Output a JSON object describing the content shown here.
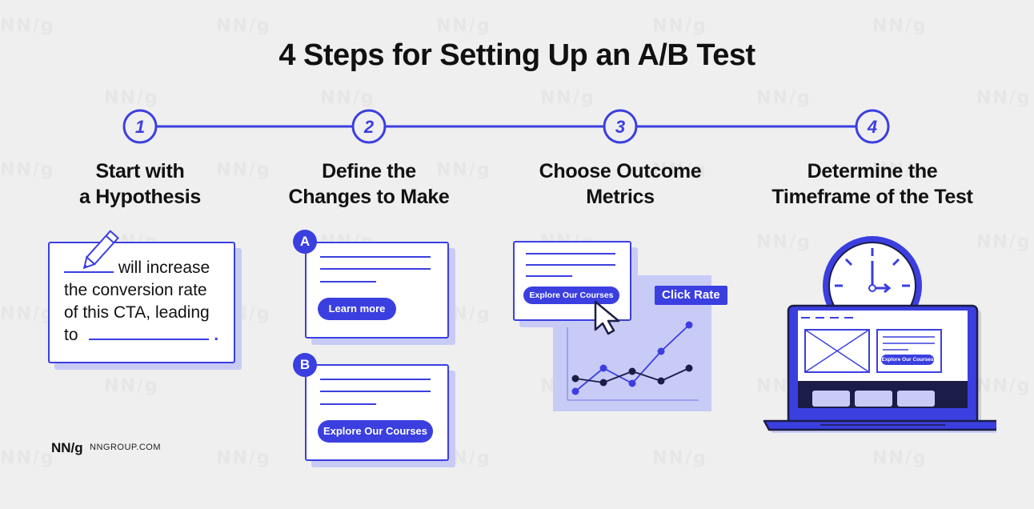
{
  "title": "4 Steps for Setting Up an A/B Test",
  "watermark": "NN/g",
  "steps": [
    {
      "number": "1",
      "title_line1": "Start with",
      "title_line2": "a Hypothesis"
    },
    {
      "number": "2",
      "title_line1": "Define the",
      "title_line2": "Changes to Make"
    },
    {
      "number": "3",
      "title_line1": "Choose Outcome",
      "title_line2": "Metrics"
    },
    {
      "number": "4",
      "title_line1": "Determine the",
      "title_line2": "Timeframe of the Test"
    }
  ],
  "hypothesis": {
    "line1": "will increase",
    "line2": "the conversion rate",
    "line3": "of this CTA, leading",
    "line4_prefix": "to",
    "line4_suffix": "."
  },
  "variants": {
    "a": {
      "badge": "A",
      "button_label": "Learn more"
    },
    "b": {
      "badge": "B",
      "button_label": "Explore Our Courses"
    }
  },
  "metrics": {
    "button_label": "Explore Our Courses",
    "metric_label": "Click Rate"
  },
  "timeframe": {
    "button_label": "Explore Our Courses"
  },
  "footer": {
    "logo": "NN/g",
    "site": "NNGROUP.COM"
  },
  "colors": {
    "accent": "#3b3fe0",
    "accent_light": "#c8cbf6",
    "dark_navy": "#1b1d48",
    "background": "#efefef"
  }
}
